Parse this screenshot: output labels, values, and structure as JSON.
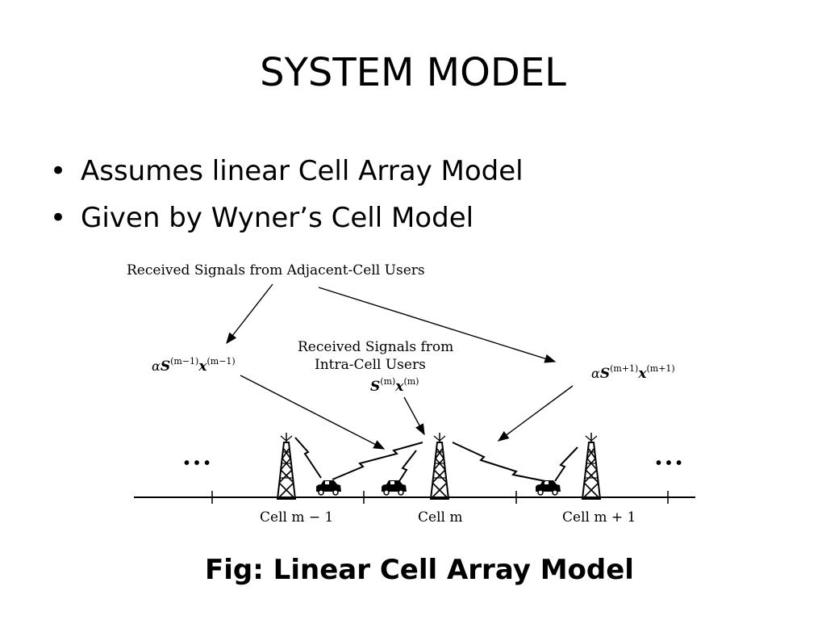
{
  "slide": {
    "title": "SYSTEM MODEL",
    "bullets": [
      "Assumes linear Cell Array Model",
      "Given by Wyner’s Cell Model"
    ],
    "caption": "Fig: Linear Cell Array Model"
  },
  "diagram": {
    "label_adjacent": "Received Signals from Adjacent-Cell Users",
    "label_intra_line1": "Received Signals from",
    "label_intra_line2": "Intra-Cell Users",
    "eq_left_prefix": "α",
    "eq_left_s": "S",
    "eq_left_s_sup": "(m−1)",
    "eq_left_x": "x",
    "eq_left_x_sup": "(m−1)",
    "eq_center_s": "S",
    "eq_center_s_sup": "(m)",
    "eq_center_x": "x",
    "eq_center_x_sup": "(m)",
    "eq_right_prefix": "α",
    "eq_right_s": "S",
    "eq_right_s_sup": "(m+1)",
    "eq_right_x": "x",
    "eq_right_x_sup": "(m+1)",
    "ellipsis": "• • •",
    "cell_labels": [
      "Cell m − 1",
      "Cell m",
      "Cell m + 1"
    ]
  }
}
